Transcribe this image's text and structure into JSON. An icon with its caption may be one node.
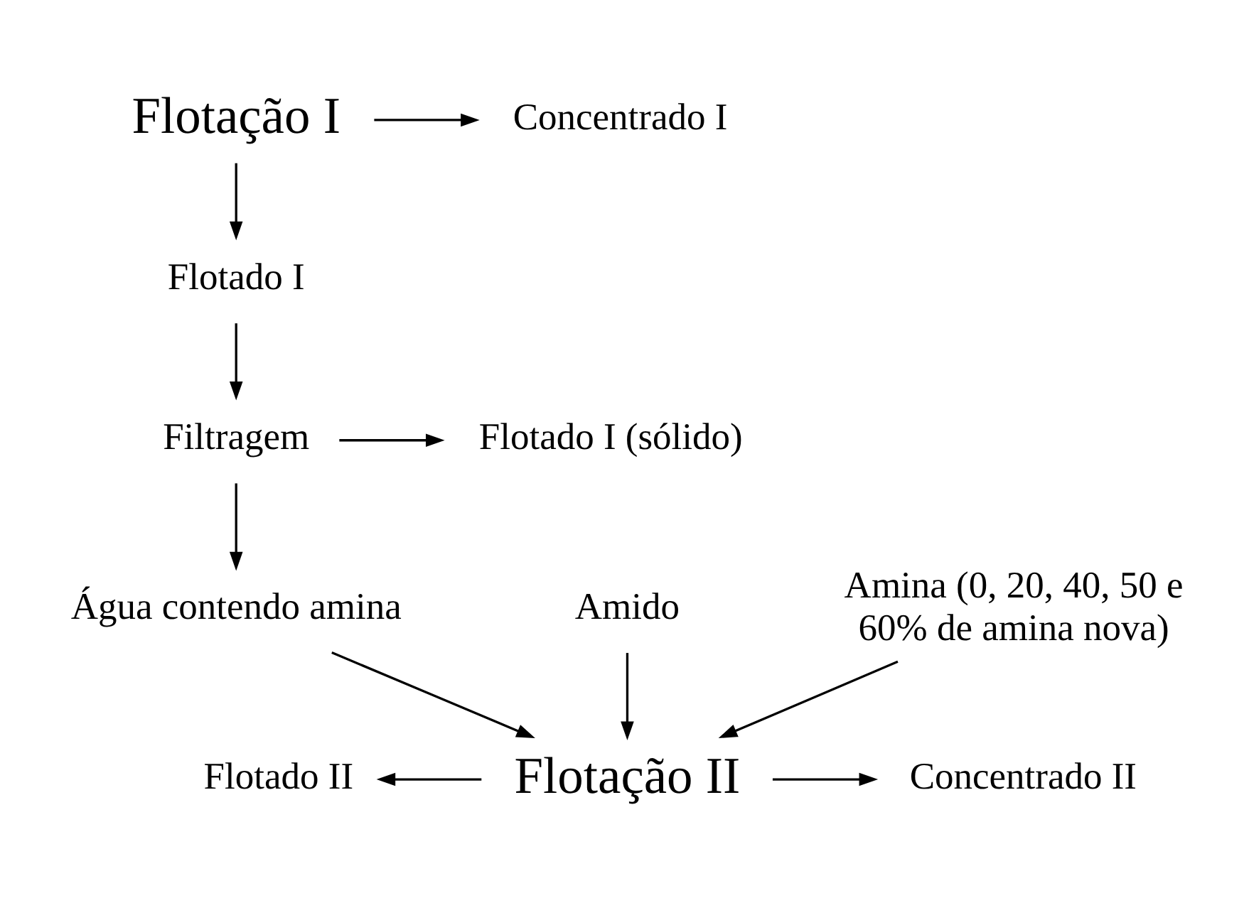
{
  "diagram": {
    "nodes": [
      {
        "text": [
          "Flotação I"
        ]
      },
      {
        "text": [
          "Concentrado I"
        ]
      },
      {
        "text": [
          "Flotado I"
        ]
      },
      {
        "text": [
          "Filtragem"
        ]
      },
      {
        "text": [
          "Flotado I (sólido)"
        ]
      },
      {
        "text": [
          "Água contendo amina"
        ]
      },
      {
        "text": [
          "Amido"
        ]
      },
      {
        "text": [
          "Amina (0, 20, 40, 50 e 60% de amina nova)"
        ]
      },
      {
        "text": [
          "Flotado II"
        ]
      },
      {
        "text": [
          "Flotação II"
        ]
      },
      {
        "text": [
          "Concentrado II"
        ]
      }
    ],
    "edges": [
      {
        "from": 0,
        "to": 2,
        "arrow": "to"
      },
      {
        "from": 0,
        "to": 1,
        "arrow": "to"
      },
      {
        "from": 2,
        "to": 3,
        "arrow": "to"
      },
      {
        "from": 3,
        "to": 4,
        "arrow": "to"
      },
      {
        "from": 3,
        "to": 5,
        "arrow": "to"
      },
      {
        "from": 5,
        "to": 9,
        "arrow": "to"
      },
      {
        "from": 6,
        "to": 9,
        "arrow": "to"
      },
      {
        "from": 7,
        "to": 9,
        "arrow": "to"
      },
      {
        "from": 9,
        "to": 8,
        "arrow": "to"
      },
      {
        "from": 9,
        "to": 10,
        "arrow": "to"
      }
    ]
  }
}
